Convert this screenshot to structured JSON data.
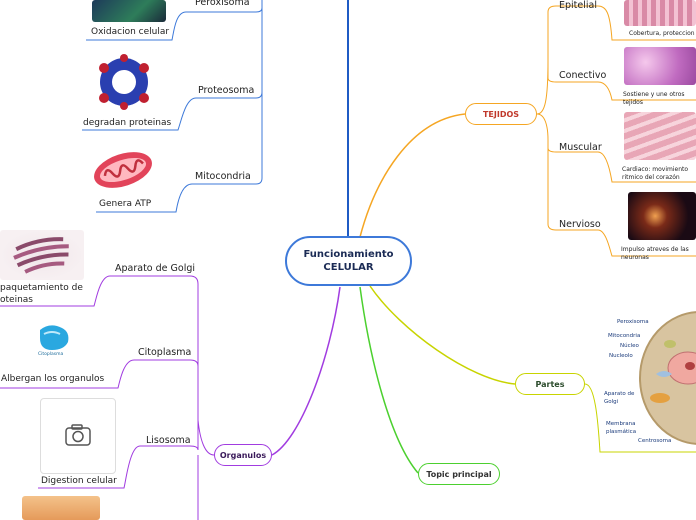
{
  "central": {
    "line1": "Funcionamiento",
    "line2": "CELULAR"
  },
  "topics": {
    "tejidos": "TEJIDOS",
    "partes": "Partes",
    "topic_principal": "Topic principal",
    "organulos": "Organulos"
  },
  "tejidos": [
    {
      "label": "Epitelial",
      "caption": "Cobertura, proteccion"
    },
    {
      "label": "Conectivo",
      "caption": "Sostiene y une otros tejidos"
    },
    {
      "label": "Muscular",
      "caption_line1": "Cardiaco: movimiento",
      "caption_line2": "ritmico del corazón"
    },
    {
      "label": "Nervioso",
      "caption": "Impulso atreves de las neuronas"
    }
  ],
  "organulos_upper": [
    {
      "label": "Peroxisoma",
      "caption": "Oxidacion celular"
    },
    {
      "label": "Proteosoma",
      "caption": "degradan proteinas"
    },
    {
      "label": "Mitocondria",
      "caption": "Genera ATP"
    }
  ],
  "organulos_lower": [
    {
      "label": "Aparato de Golgi",
      "caption_line1": "paquetamiento de",
      "caption_line2": "oteinas"
    },
    {
      "label": "Citoplasma",
      "caption": "Albergan los organulos",
      "image_text": "Citoplasma"
    },
    {
      "label": "Lisosoma",
      "caption": "Digestion celular"
    }
  ],
  "cell_labels": [
    "Peroxisoma",
    "Mitocondria",
    "Núcleo",
    "Nucleolo",
    "Aparato de Golgi",
    "Membrana plasmática",
    "Centrosoma"
  ],
  "colors": {
    "central": "#3d79d9",
    "tejidos": "#f5a623",
    "partes": "#c8d400",
    "topic_principal": "#4cd02f",
    "organulos": "#a13ce0",
    "upper": "#3d79d9"
  }
}
